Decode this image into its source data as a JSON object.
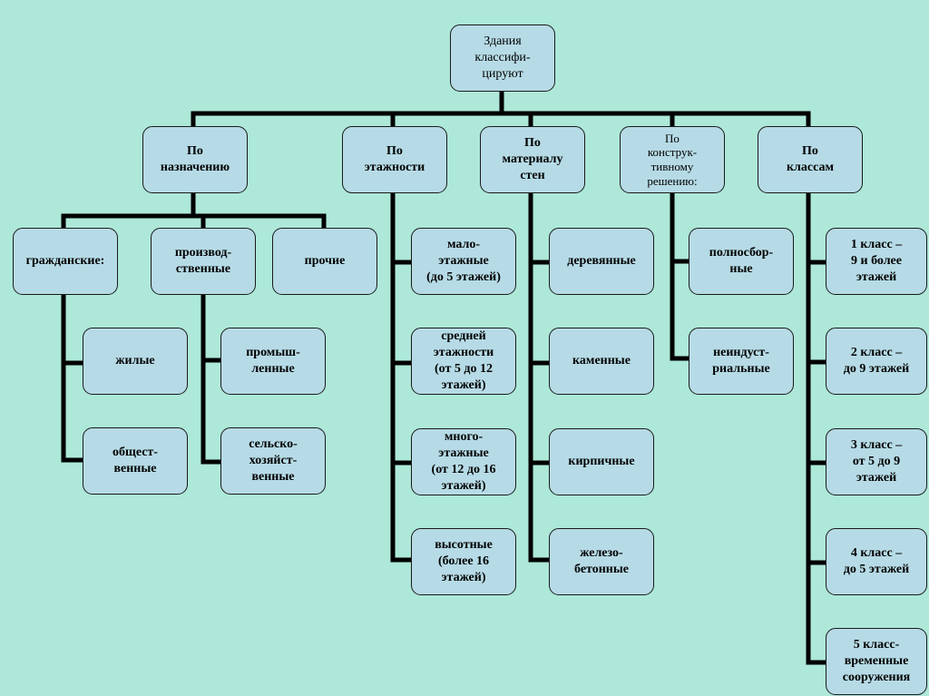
{
  "root": "Здания\nклассифи-\nцируют",
  "categories": [
    {
      "label": "По\nназначению"
    },
    {
      "label": "По\nэтажности"
    },
    {
      "label": "По\nматериалу\nстен"
    },
    {
      "label": "По\nконструк-\nтивному\nрешению:"
    },
    {
      "label": "По\nклассам"
    }
  ],
  "purpose": {
    "civil": "гражданские:",
    "industrial": "производ-\nственные",
    "other": "прочие",
    "residential": "жилые",
    "public": "общест-\nвенные",
    "manufacturing": "промыш-\nленные",
    "agricultural": "сельско-\nхозяйст-\nвенные"
  },
  "floors": [
    "мало-\nэтажные\n(до 5 этажей)",
    "средней\nэтажности\n(от 5 до 12\nэтажей)",
    "много-\nэтажные\n(от 12 до 16\nэтажей)",
    "высотные\n(более 16\nэтажей)"
  ],
  "materials": [
    "деревянные",
    "каменные",
    "кирпичные",
    "железо-\nбетонные"
  ],
  "construction": [
    "полносбор-\nные",
    "неиндуст-\nриальные"
  ],
  "classes": [
    "1 класс –\n9 и более\nэтажей",
    "2 класс –\nдо 9 этажей",
    "3 класс –\nот 5 до 9\nэтажей",
    "4 класс –\nдо 5 этажей",
    "5 класс-\nвременные\nсооружения"
  ]
}
